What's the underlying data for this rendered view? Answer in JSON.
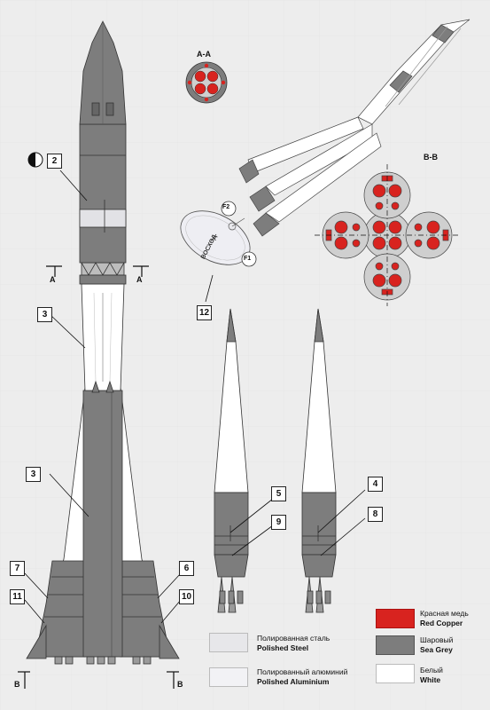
{
  "callouts": {
    "c2": "2",
    "c3a": "3",
    "c3b": "3",
    "c7": "7",
    "c11": "11",
    "c6": "6",
    "c10": "10",
    "c12": "12",
    "c5": "5",
    "c9": "9",
    "c4": "4",
    "c8": "8"
  },
  "sections": {
    "aa": "A-A",
    "bb": "B-B"
  },
  "cut_marks": {
    "a_left": "A",
    "a_right": "A",
    "b_left": "B",
    "b_right": "B"
  },
  "fairing": {
    "f1": "F1",
    "f2": "F2",
    "name": "ВОСХОД"
  },
  "legend": {
    "polished_steel_ru": "Полированная сталь",
    "polished_steel_en": "Polished Steel",
    "polished_alu_ru": "Полированный алюминий",
    "polished_alu_en": "Polished Aluminium",
    "red_copper_ru": "Красная медь",
    "red_copper_en": "Red Copper",
    "sea_grey_ru": "Шаровый",
    "sea_grey_en": "Sea Grey",
    "white_ru": "Белый",
    "white_en": "White"
  },
  "colors": {
    "sea_grey": "#7d7d7d",
    "red_copper": "#d8231f",
    "polished_steel": "#e7e7ea",
    "polished_alu": "#f2f2f5",
    "white": "#ffffff",
    "background": "#ededed"
  }
}
